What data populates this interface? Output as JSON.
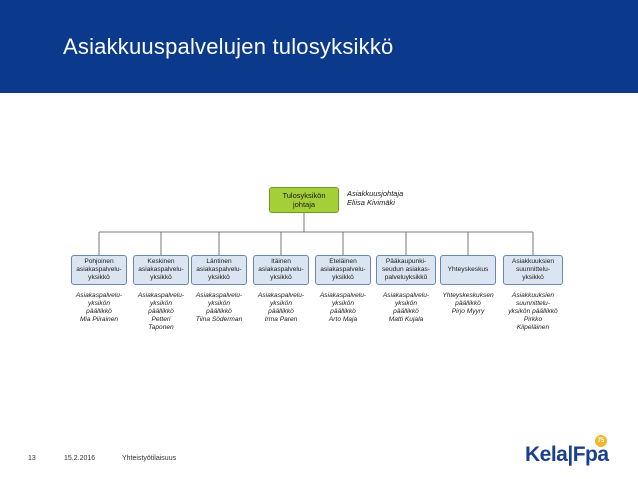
{
  "header": {
    "title": "Asiakkuuspalvelujen tulosyksikkö"
  },
  "root": {
    "label": "Tulosyksikön\njohtaja",
    "note": "Asiakkuusjohtaja\nEliisa Kivimäki"
  },
  "units": [
    {
      "label": "Pohjoinen\nasiakaspalvelu-\nyksikkö",
      "note": "Asiakaspalvelu-\nyksikön\npäällikkö\nMia Piirainen"
    },
    {
      "label": "Keskinen\nasiakaspalvelu-\nyksikkö",
      "note": "Asiakaspalvelu-\nyksikön\npäällikkö\nPetteri\nTaponen"
    },
    {
      "label": "Läntinen\nasiakaspalvelu-\nyksikkö",
      "note": "Asiakaspalvelu-\nyksikön\npäällikkö\nTiina Söderman"
    },
    {
      "label": "Itäinen\nasiakaspalvelu-\nyksikkö",
      "note": "Asiakaspalvelu-\nyksikön\npäällikkö\nIrma Paren"
    },
    {
      "label": "Eteläinen\nasiakaspalvelu-\nyksikkö",
      "note": "Asiakaspalvelu-\nyksikön\npäällikkö\nArto Maja"
    },
    {
      "label": "Pääkaupunki-\nseudun asiakas-\npalveluyksikkö",
      "note": "Asiakaspalvelu-\nyksikön\npäällikkö\nMatti Kujala"
    },
    {
      "label": "Yhteyskeskus",
      "note": "Yhteyskeskuksen\npäällikkö\nPirjo Myyry"
    },
    {
      "label": "Asiakkuuksien\nsuunnittelu-\nyksikkö",
      "note": "Asiakkuuksien\nsuunnittelu-\nyksikön päällikkö\nPirkko\nKilpeläinen"
    }
  ],
  "footer": {
    "page_number": "13",
    "date": "15.2.2016",
    "label": "Yhteistyötilaisuus",
    "logo_text": "Kela|Fpa",
    "logo_badge": "75"
  },
  "colors": {
    "header_bg": "#0b3a8c",
    "root_fill": "#a4cf39",
    "unit_fill": "#dbe5f1",
    "unit_border": "#6a86b3",
    "logo_text": "#1b3f8f",
    "logo_badge": "#f1b52e"
  }
}
